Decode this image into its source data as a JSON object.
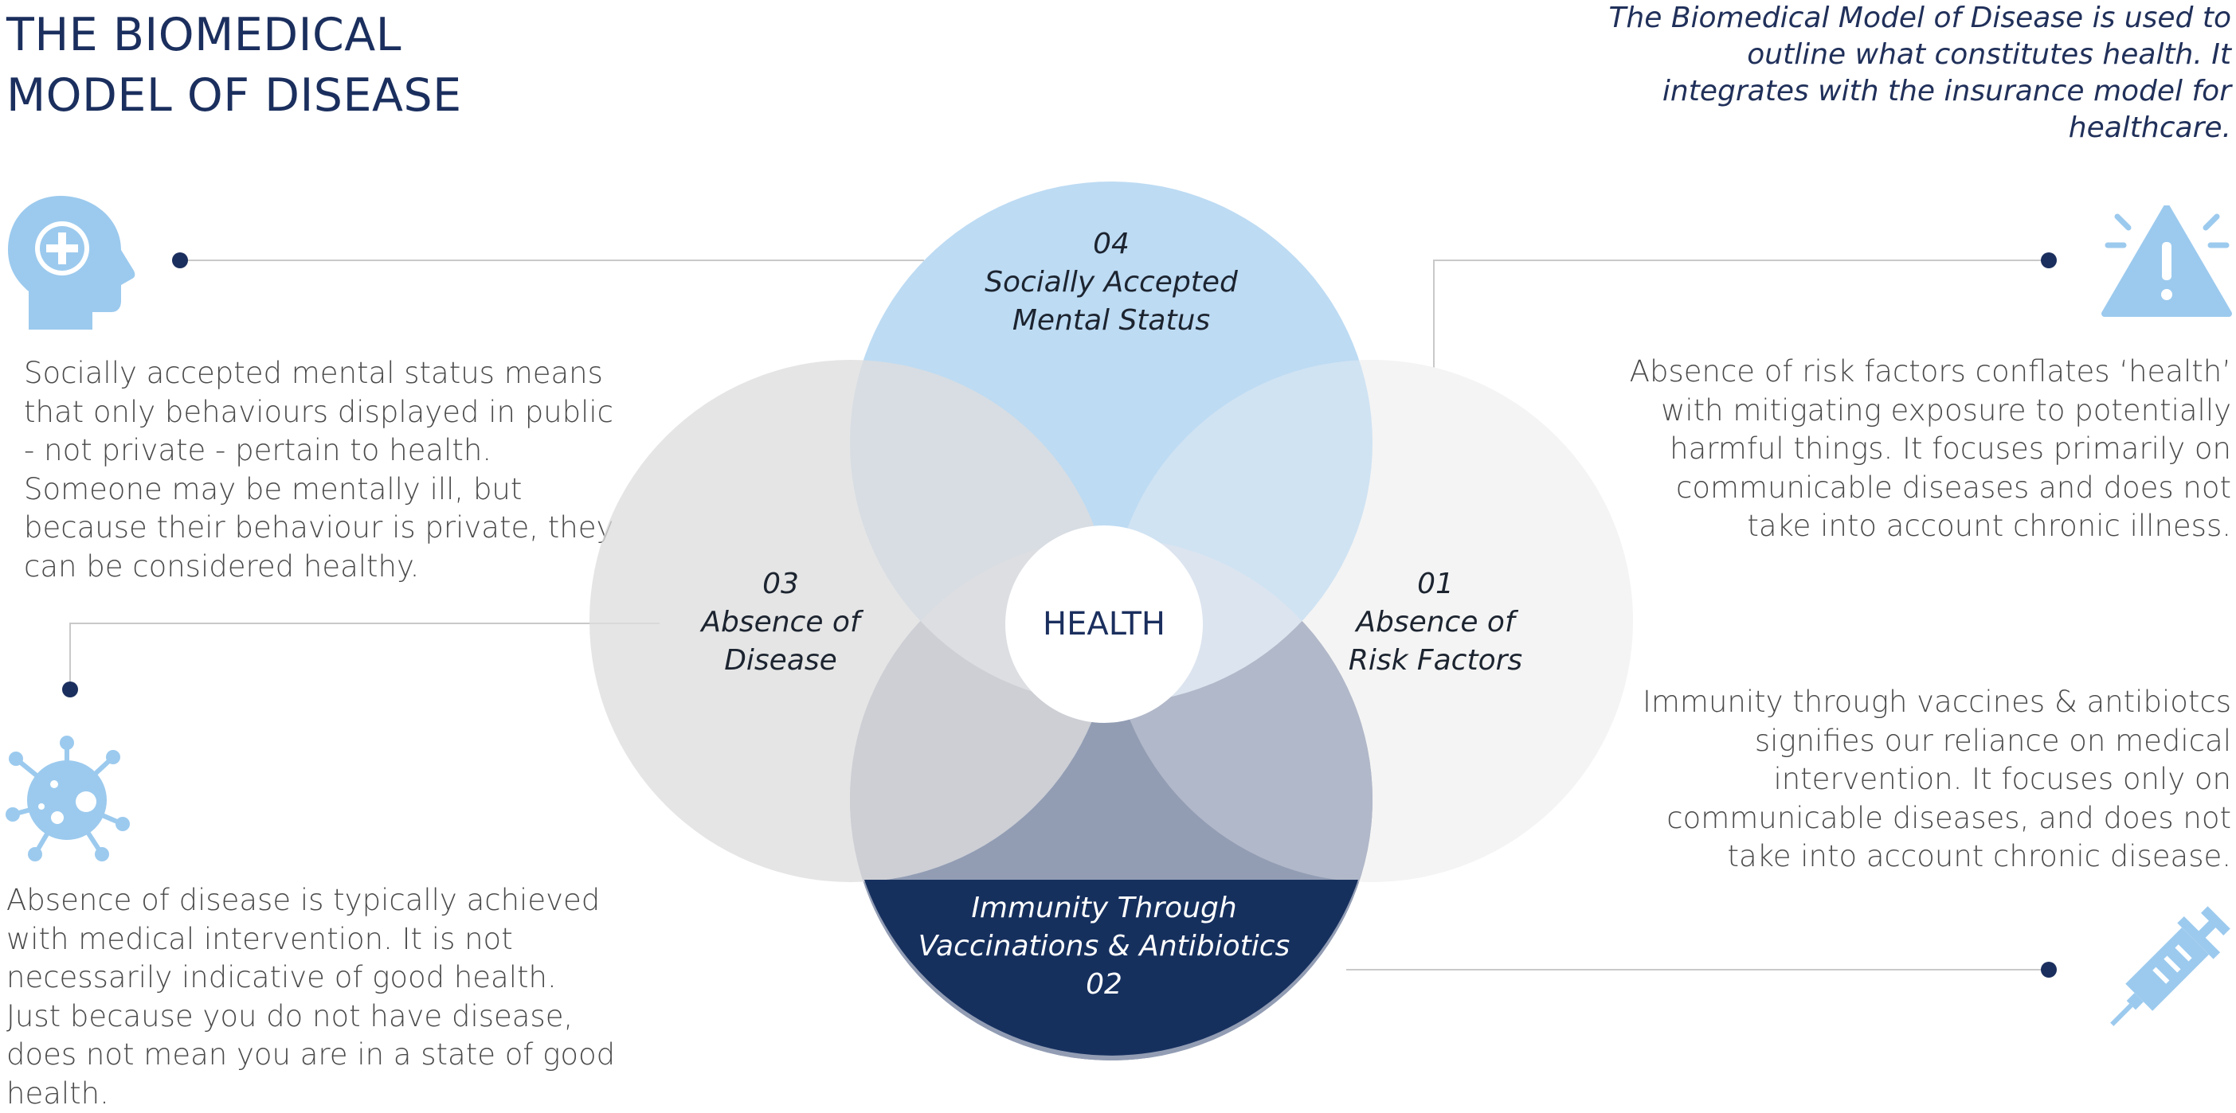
{
  "header": {
    "title": "THE BIOMEDICAL\nMODEL OF DISEASE",
    "intro": "The Biomedical Model of Disease is used to outline what constitutes health. It integrates with the insurance model for healthcare."
  },
  "venn": {
    "center": "HEALTH",
    "sets": [
      {
        "id": "04",
        "number": "04",
        "label_line1": "Socially Accepted",
        "label_line2": "Mental Status"
      },
      {
        "id": "03",
        "number": "03",
        "label_line1": "Absence of",
        "label_line2": "Disease"
      },
      {
        "id": "01",
        "number": "01",
        "label_line1": "Absence of",
        "label_line2": "Risk Factors"
      },
      {
        "id": "02",
        "number": "02",
        "label_line1": "Immunity Through",
        "label_line2": "Vaccinations & Antibiotics"
      }
    ]
  },
  "descriptions": {
    "mental_status": "Socially accepted mental status means that only behaviours displayed in public - not private - pertain to health. Someone may be mentally ill, but because their behaviour is private, they can be considered healthy.",
    "disease": "Absence of disease is typically achieved with medical intervention. It is not necessarily indicative of good health. Just because you do not have disease, does not mean you are in a state of good health.",
    "risk_factors": "Absence of risk factors conflates ‘health’ with mitigating exposure to potentially harmful things. It focuses primarily on communicable diseases and does not take into account chronic illness.",
    "immunity": "Immunity through vaccines & antibiotcs signifies our reliance on medical intervention. It focuses only on communicable diseases, and does not take into account chronic disease."
  },
  "icons": [
    "head-plus-icon",
    "warning-icon",
    "virus-icon",
    "syringe-icon"
  ],
  "colors": {
    "navy": "#1b2f5e",
    "light_blue": "#9ccaee",
    "circle_gray": "#e2e2e2",
    "circle_light": "#f4f4f4"
  }
}
